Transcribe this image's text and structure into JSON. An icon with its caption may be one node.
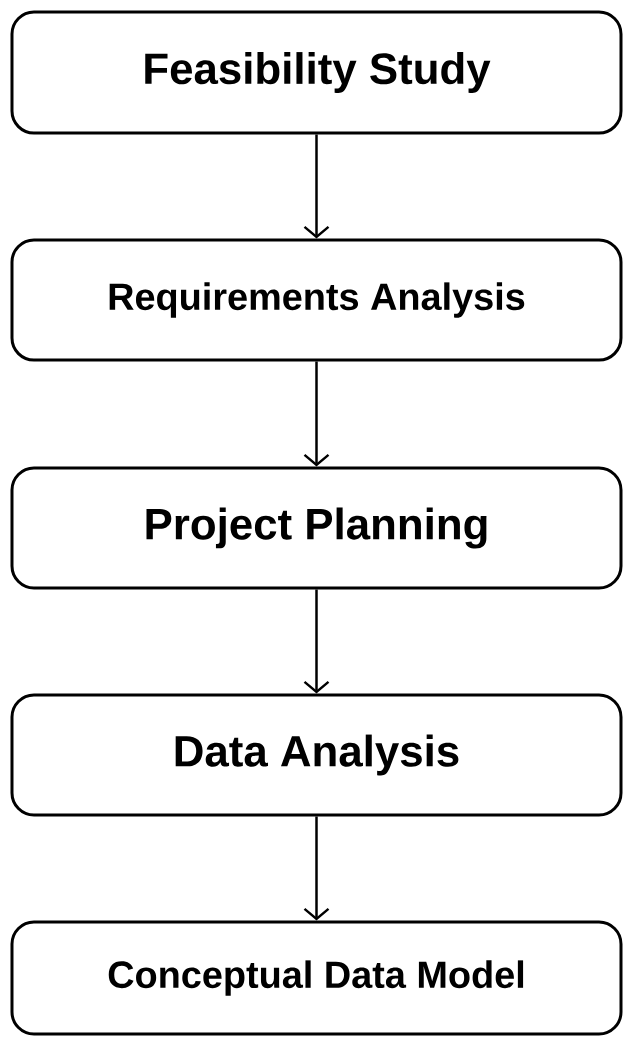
{
  "diagram": {
    "nodes": [
      {
        "text": [
          "Feasibility Study"
        ]
      },
      {
        "text": [
          "Requirements Analysis"
        ]
      },
      {
        "text": [
          "Project Planning"
        ]
      },
      {
        "text": [
          "Data Analysis"
        ]
      },
      {
        "text": [
          "Conceptual Data Model"
        ]
      }
    ],
    "edges": [
      {
        "from": 0,
        "to": 1,
        "arrow": "to"
      },
      {
        "from": 1,
        "to": 2,
        "arrow": "to"
      },
      {
        "from": 2,
        "to": 3,
        "arrow": "to"
      },
      {
        "from": 3,
        "to": 4,
        "arrow": "to"
      }
    ]
  }
}
